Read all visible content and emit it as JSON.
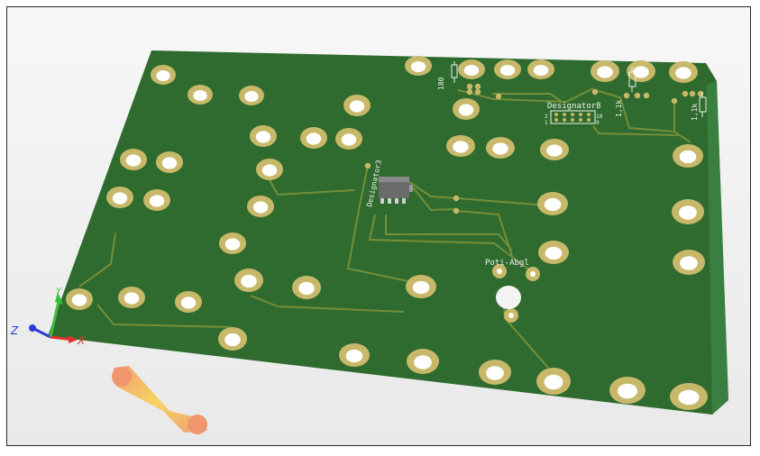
{
  "viewport": {
    "background": "#f3f3f3"
  },
  "board": {
    "color": "#2f6b2f",
    "pad_color": "#c7b86a",
    "trace_color": "#9a9a3a",
    "silk_color": "#f2f2f2",
    "labels": {
      "designator8": "Designator8",
      "designator3": "Designator3",
      "poti": "Poti-Abgl",
      "r1": "180",
      "r2": "1,1k",
      "r3": "1,1k",
      "header_left": "2",
      "header_left2": "1",
      "header_right": "10",
      "header_right2": "9"
    }
  },
  "axes": {
    "x_label": "X",
    "y_label": "Y",
    "z_label": "Z",
    "x_color": "#e0312b",
    "y_color": "#3bbf3b",
    "z_color": "#2a3bd6"
  },
  "cursor": {
    "name": "orbit-cursor-icon",
    "color": "#f4a032"
  }
}
